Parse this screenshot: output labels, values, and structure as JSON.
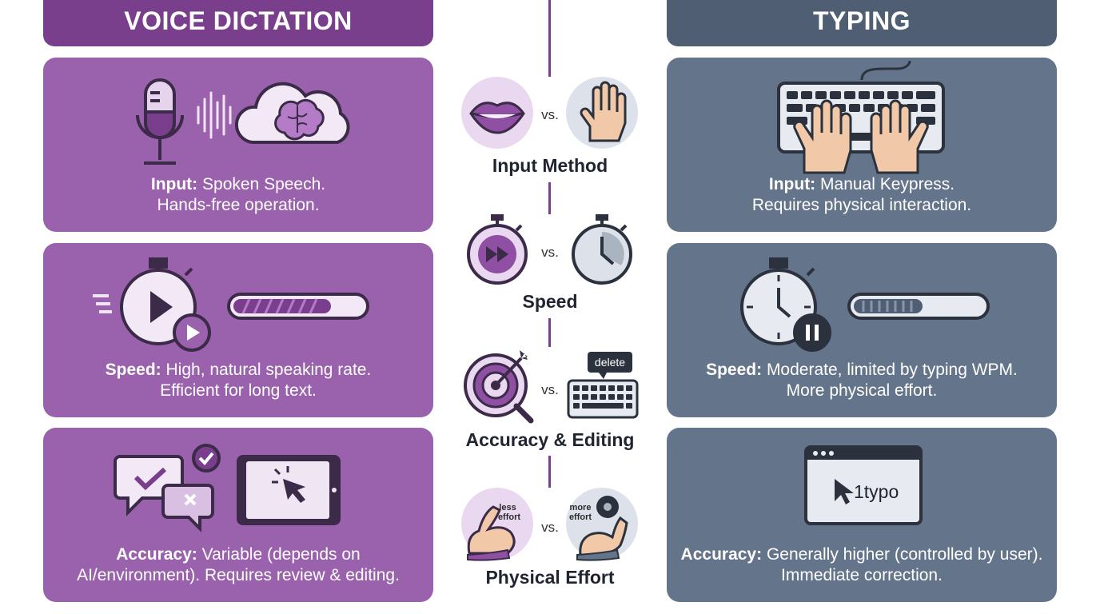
{
  "headers": {
    "voice": "VOICE DICTATION",
    "typing": "TYPING"
  },
  "vs_label": "vs.",
  "categories": [
    {
      "label": "Input Method"
    },
    {
      "label": "Speed"
    },
    {
      "label": "Accuracy & Editing"
    },
    {
      "label": "Physical Effort"
    }
  ],
  "icon_text": {
    "delete_key": "delete",
    "less_effort_1": "less",
    "less_effort_2": "effort",
    "more_effort_1": "more",
    "more_effort_2": "effort",
    "typo": "1typo"
  },
  "voice": [
    {
      "key": "Input:",
      "line1": " Spoken Speech.",
      "line2": "Hands-free operation."
    },
    {
      "key": "Speed:",
      "line1": " High, natural speaking rate.",
      "line2": "Efficient for long text."
    },
    {
      "key": "Accuracy:",
      "line1": " Variable (depends on",
      "line2": "AI/environment). Requires review & editing."
    }
  ],
  "typing": [
    {
      "key": "Input:",
      "line1": " Manual Keypress.",
      "line2": "Requires physical interaction."
    },
    {
      "key": "Speed:",
      "line1": " Moderate, limited by typing WPM.",
      "line2": "More physical effort."
    },
    {
      "key": "Accuracy:",
      "line1": " Generally higher (controlled by user).",
      "line2": "Immediate correction."
    }
  ],
  "colors": {
    "voice_header": "#7a3f8c",
    "voice_card": "#9a62ac",
    "typing_header": "#4f5e72",
    "typing_card": "#64748a",
    "icon_outline": "#3b2a48"
  }
}
